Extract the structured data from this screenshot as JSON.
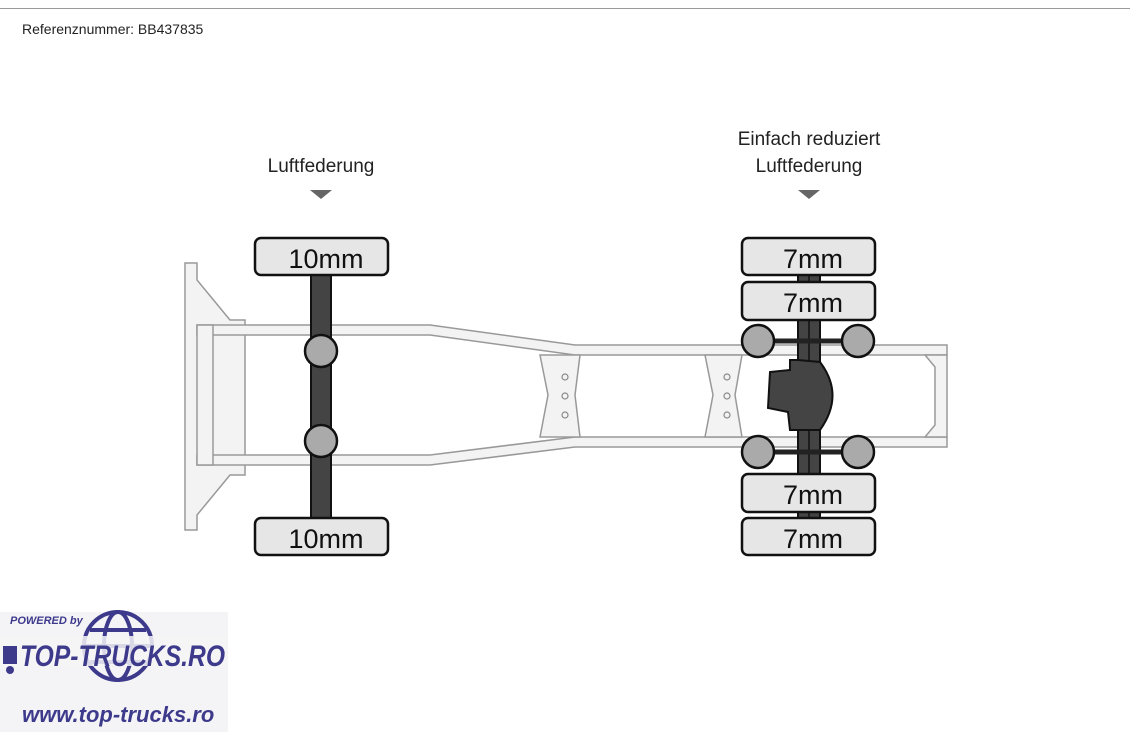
{
  "reference": "Referenznummer: BB437835",
  "front_axle": {
    "label": "Luftfederung",
    "tires": [
      "10mm",
      "10mm"
    ]
  },
  "rear_axle": {
    "label_line1": "Einfach reduziert",
    "label_line2": "Luftfederung",
    "tires": [
      "7mm",
      "7mm",
      "7mm",
      "7mm"
    ]
  },
  "logo": {
    "powered_by": "POWERED by",
    "brand": "TOP-TRUCKS.RO",
    "url": "www.top-trucks.ro"
  }
}
